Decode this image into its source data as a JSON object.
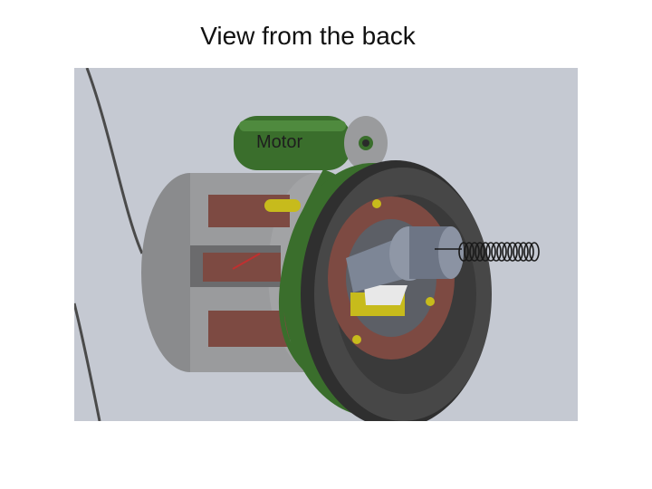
{
  "slide": {
    "title": "View from the back"
  },
  "labels": {
    "motor": "Motor"
  },
  "colors": {
    "background": "#c5c9d2",
    "housing_gray": "#8f9092",
    "motor_green": "#3a6e2c",
    "brake_plate": "#7d4a42",
    "pulley_dark": "#3c3c3c",
    "shaft_blue_gray": "#7d8696",
    "yellow_part": "#c7bb1c",
    "spring": "#1a1a1a"
  },
  "icons": {
    "assembly": "mechanical-assembly-render",
    "spring": "coil-spring"
  }
}
